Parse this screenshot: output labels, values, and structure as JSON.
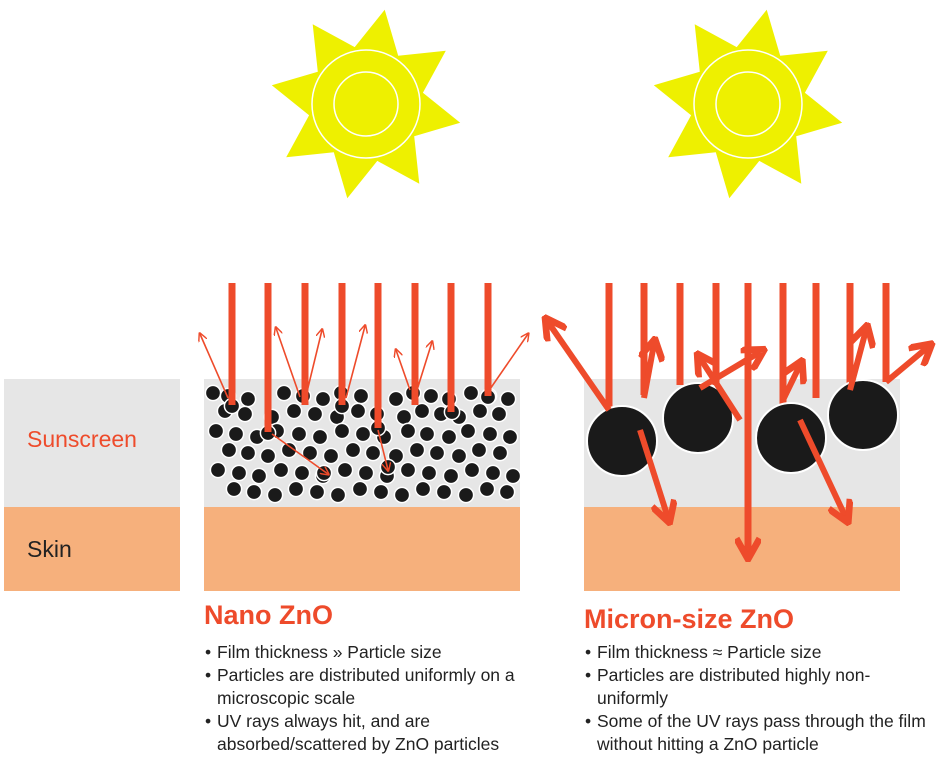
{
  "colors": {
    "sunscreen": "#e6e6e6",
    "skin": "#f6b07c",
    "ray": "#ee4b2b",
    "particle": "#1a1a1a",
    "sun": "#eef000",
    "label_sunscreen": "#ee4b2b",
    "label_skin": "#222222",
    "title": "#ee4b2b"
  },
  "labels": {
    "sunscreen": "Sunscreen",
    "skin": "Skin"
  },
  "panels": [
    {
      "title": "Nano ZnO",
      "bullets": [
        "Film thickness » Particle size",
        "Particles are distributed uniformly on a microscopic scale",
        "UV rays always hit, and are absorbed/scattered by ZnO particles"
      ]
    },
    {
      "title": "Micron-size ZnO",
      "bullets": [
        "Film thickness ≈ Particle size",
        "Particles are distributed highly non-uniformly",
        "Some of the UV rays pass through the film without hitting a ZnO particle"
      ]
    }
  ],
  "icons": [
    "sun-icon",
    "uv-ray-arrow",
    "zno-particle"
  ]
}
